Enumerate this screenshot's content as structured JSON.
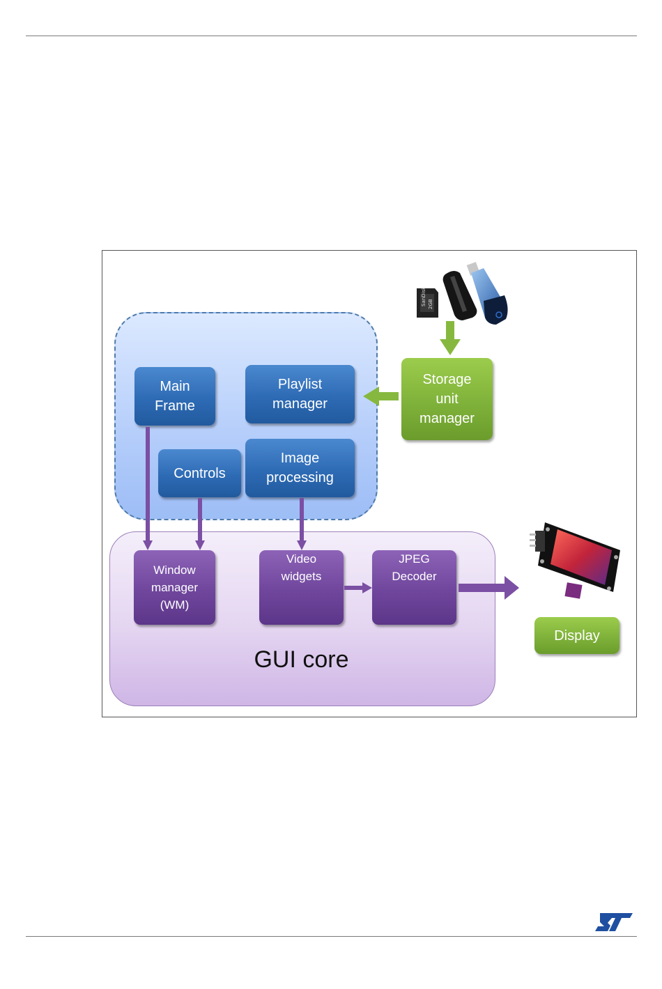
{
  "diagram": {
    "main_frame": "Main\nFrame",
    "playlist_manager": "Playlist\nmanager",
    "controls": "Controls",
    "image_processing": "Image\nprocessing",
    "storage_unit_manager": "Storage\nunit\nmanager",
    "window_manager": "Window\nmanager\n(WM)",
    "video_widgets": "Video\nwidgets",
    "jpeg_decoder": "JPEG\nDecoder",
    "gui_core": "GUI core",
    "display": "Display"
  },
  "colors": {
    "app_blue": "#2e6bb5",
    "core_purple": "#6f469c",
    "storage_green": "#7fb23a",
    "arrow_purple": "#7b4fa3",
    "arrow_green": "#86b83f",
    "st_logo_blue": "#1f4fa0"
  },
  "icons": [
    "microsd-card-icon",
    "usb-flash-drive-icon",
    "lcd-display-module-icon",
    "st-logo"
  ]
}
